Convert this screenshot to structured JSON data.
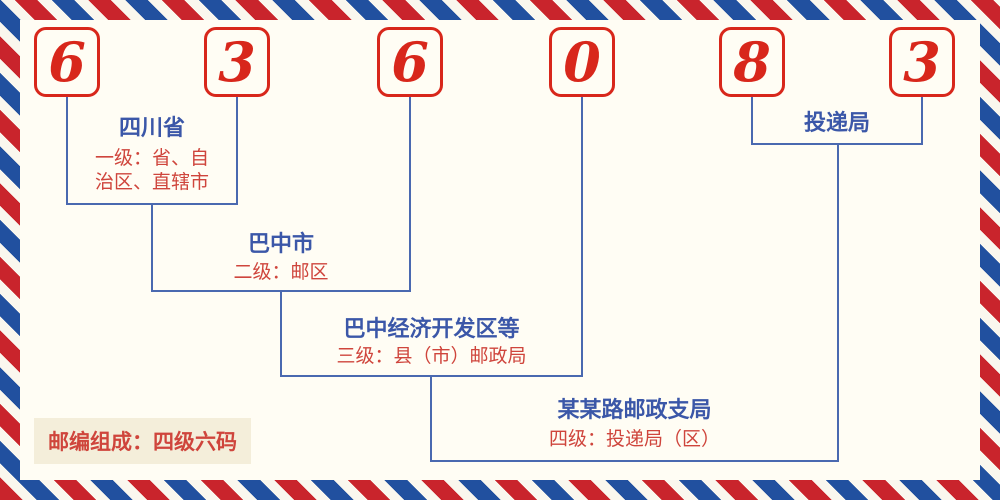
{
  "postal_code": "636083",
  "digits": [
    "6",
    "3",
    "6",
    "0",
    "8",
    "3"
  ],
  "levels": {
    "level1": {
      "name": "四川省",
      "desc_line1": "一级：省、自",
      "desc_line2": "治区、直辖市"
    },
    "level2": {
      "name": "巴中市",
      "desc": "二级：邮区"
    },
    "level3": {
      "name": "巴中经济开发区等",
      "desc": "三级：县（市）邮政局"
    },
    "level4": {
      "name": "某某路邮政支局",
      "desc": "四级：投递局（区）"
    },
    "level5": {
      "name": "投递局"
    }
  },
  "badge": {
    "text": "邮编组成：四级六码"
  },
  "colors": {
    "digit_red": "#d8271b",
    "stripe_red": "#c9242c",
    "stripe_blue": "#21509f",
    "line_blue": "#4a69b0",
    "label_blue": "#3b57a8",
    "desc_red": "#cf453c",
    "background": "#fffdf4",
    "badge_bg": "#f4eeda"
  }
}
